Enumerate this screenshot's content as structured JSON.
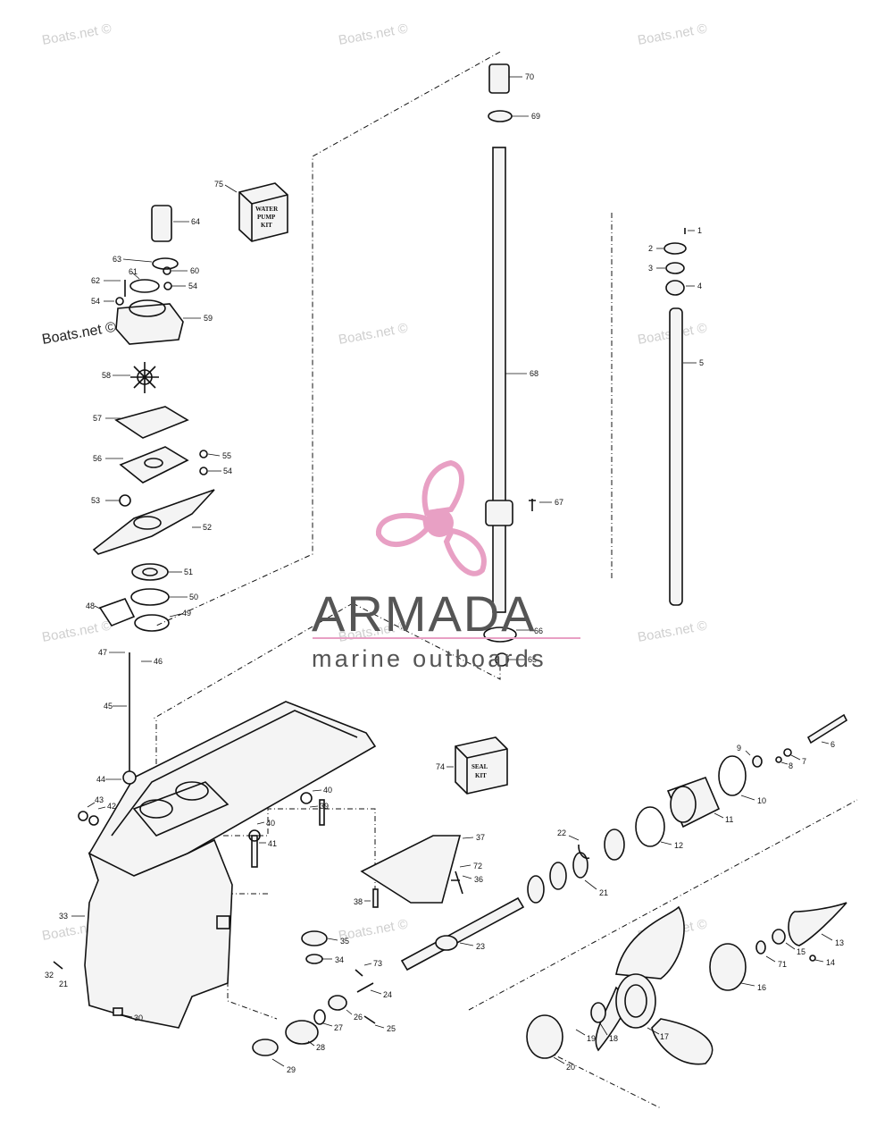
{
  "watermarks": {
    "site": "Boats.net ©"
  },
  "brand": {
    "name": "ARMADA",
    "tagline": "marine outboards",
    "logo_color": "#e8a0c4",
    "text_color": "#555555"
  },
  "kits": {
    "water_pump": [
      "WATER",
      "PUMP",
      "KIT"
    ],
    "seal": [
      "SEAL",
      "KIT"
    ]
  },
  "part_numbers": [
    "1",
    "2",
    "3",
    "4",
    "5",
    "6",
    "7",
    "8",
    "9",
    "10",
    "11",
    "12",
    "13",
    "14",
    "15",
    "16",
    "17",
    "18",
    "19",
    "20",
    "21",
    "21",
    "22",
    "23",
    "24",
    "25",
    "26",
    "27",
    "28",
    "29",
    "30",
    "32",
    "33",
    "34",
    "35",
    "36",
    "37",
    "38",
    "39",
    "40",
    "40",
    "41",
    "42",
    "43",
    "44",
    "45",
    "46",
    "47",
    "48",
    "49",
    "50",
    "51",
    "52",
    "53",
    "54",
    "54",
    "54",
    "55",
    "56",
    "57",
    "58",
    "59",
    "60",
    "61",
    "62",
    "63",
    "64",
    "65",
    "66",
    "67",
    "68",
    "69",
    "70",
    "71",
    "72",
    "73",
    "74",
    "75"
  ]
}
